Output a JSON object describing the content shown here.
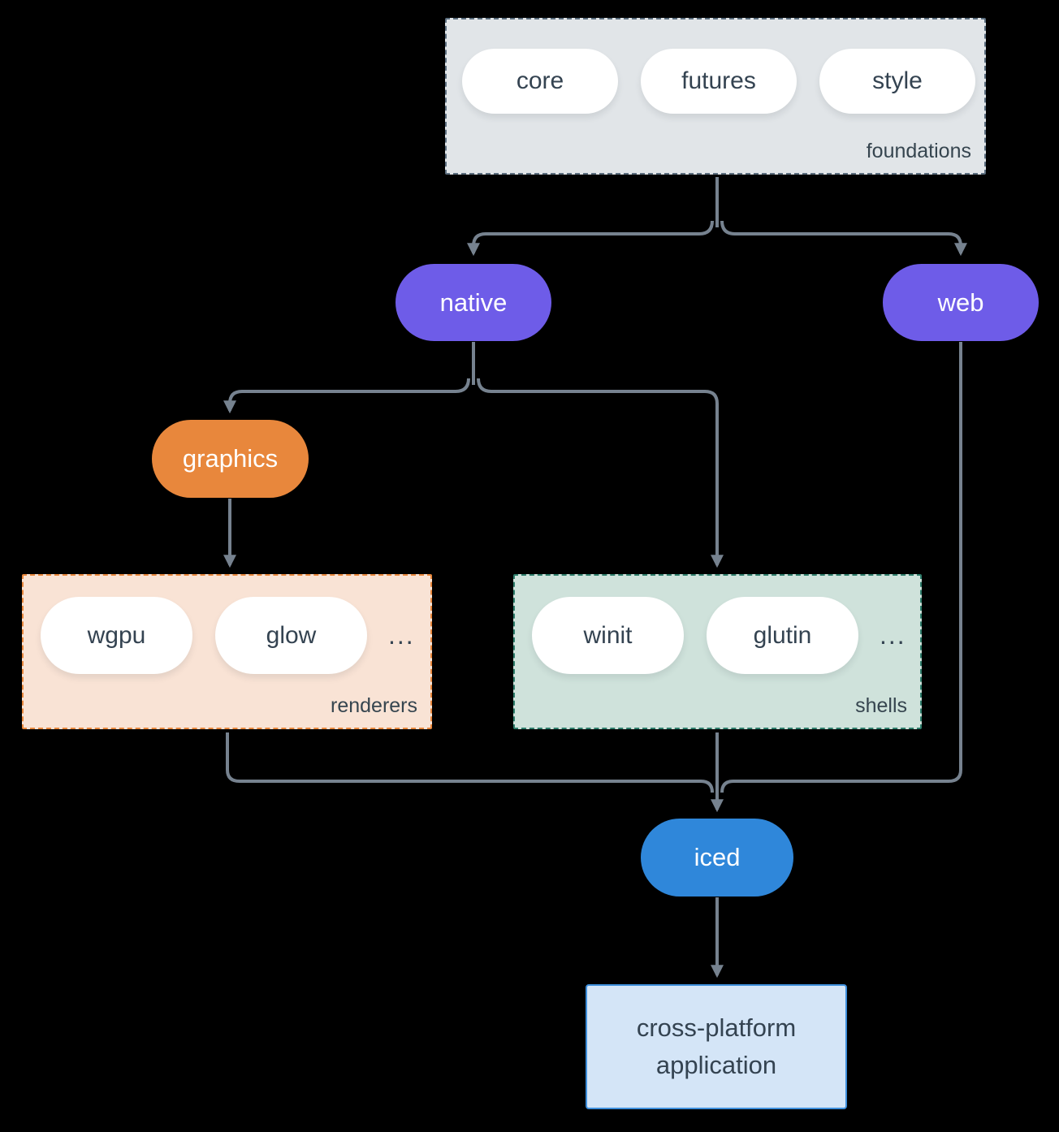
{
  "diagram": {
    "groups": {
      "foundations": {
        "label": "foundations",
        "pills": [
          "core",
          "futures",
          "style"
        ]
      },
      "renderers": {
        "label": "renderers",
        "pills": [
          "wgpu",
          "glow"
        ],
        "more": "..."
      },
      "shells": {
        "label": "shells",
        "pills": [
          "winit",
          "glutin"
        ],
        "more": "..."
      }
    },
    "nodes": {
      "native": "native",
      "web": "web",
      "graphics": "graphics",
      "iced": "iced",
      "app": "cross-platform application"
    },
    "colors": {
      "background": "#000000",
      "edge": "#76828f",
      "node_text_dark": "#344351",
      "group_label_text": "#36454f",
      "pill_white": "#ffffff",
      "purple": "#6e5ce8",
      "orange": "#e8873c",
      "blue": "#2f87da",
      "foundations_bg": "#e1e5e8",
      "foundations_border": "#5c6e7f",
      "renderers_bg": "#f9e3d5",
      "renderers_border": "#e8873c",
      "shells_bg": "#cfe2db",
      "shells_border": "#2e7d6b",
      "app_bg": "#d4e5f7",
      "app_border": "#3d8edb"
    }
  }
}
